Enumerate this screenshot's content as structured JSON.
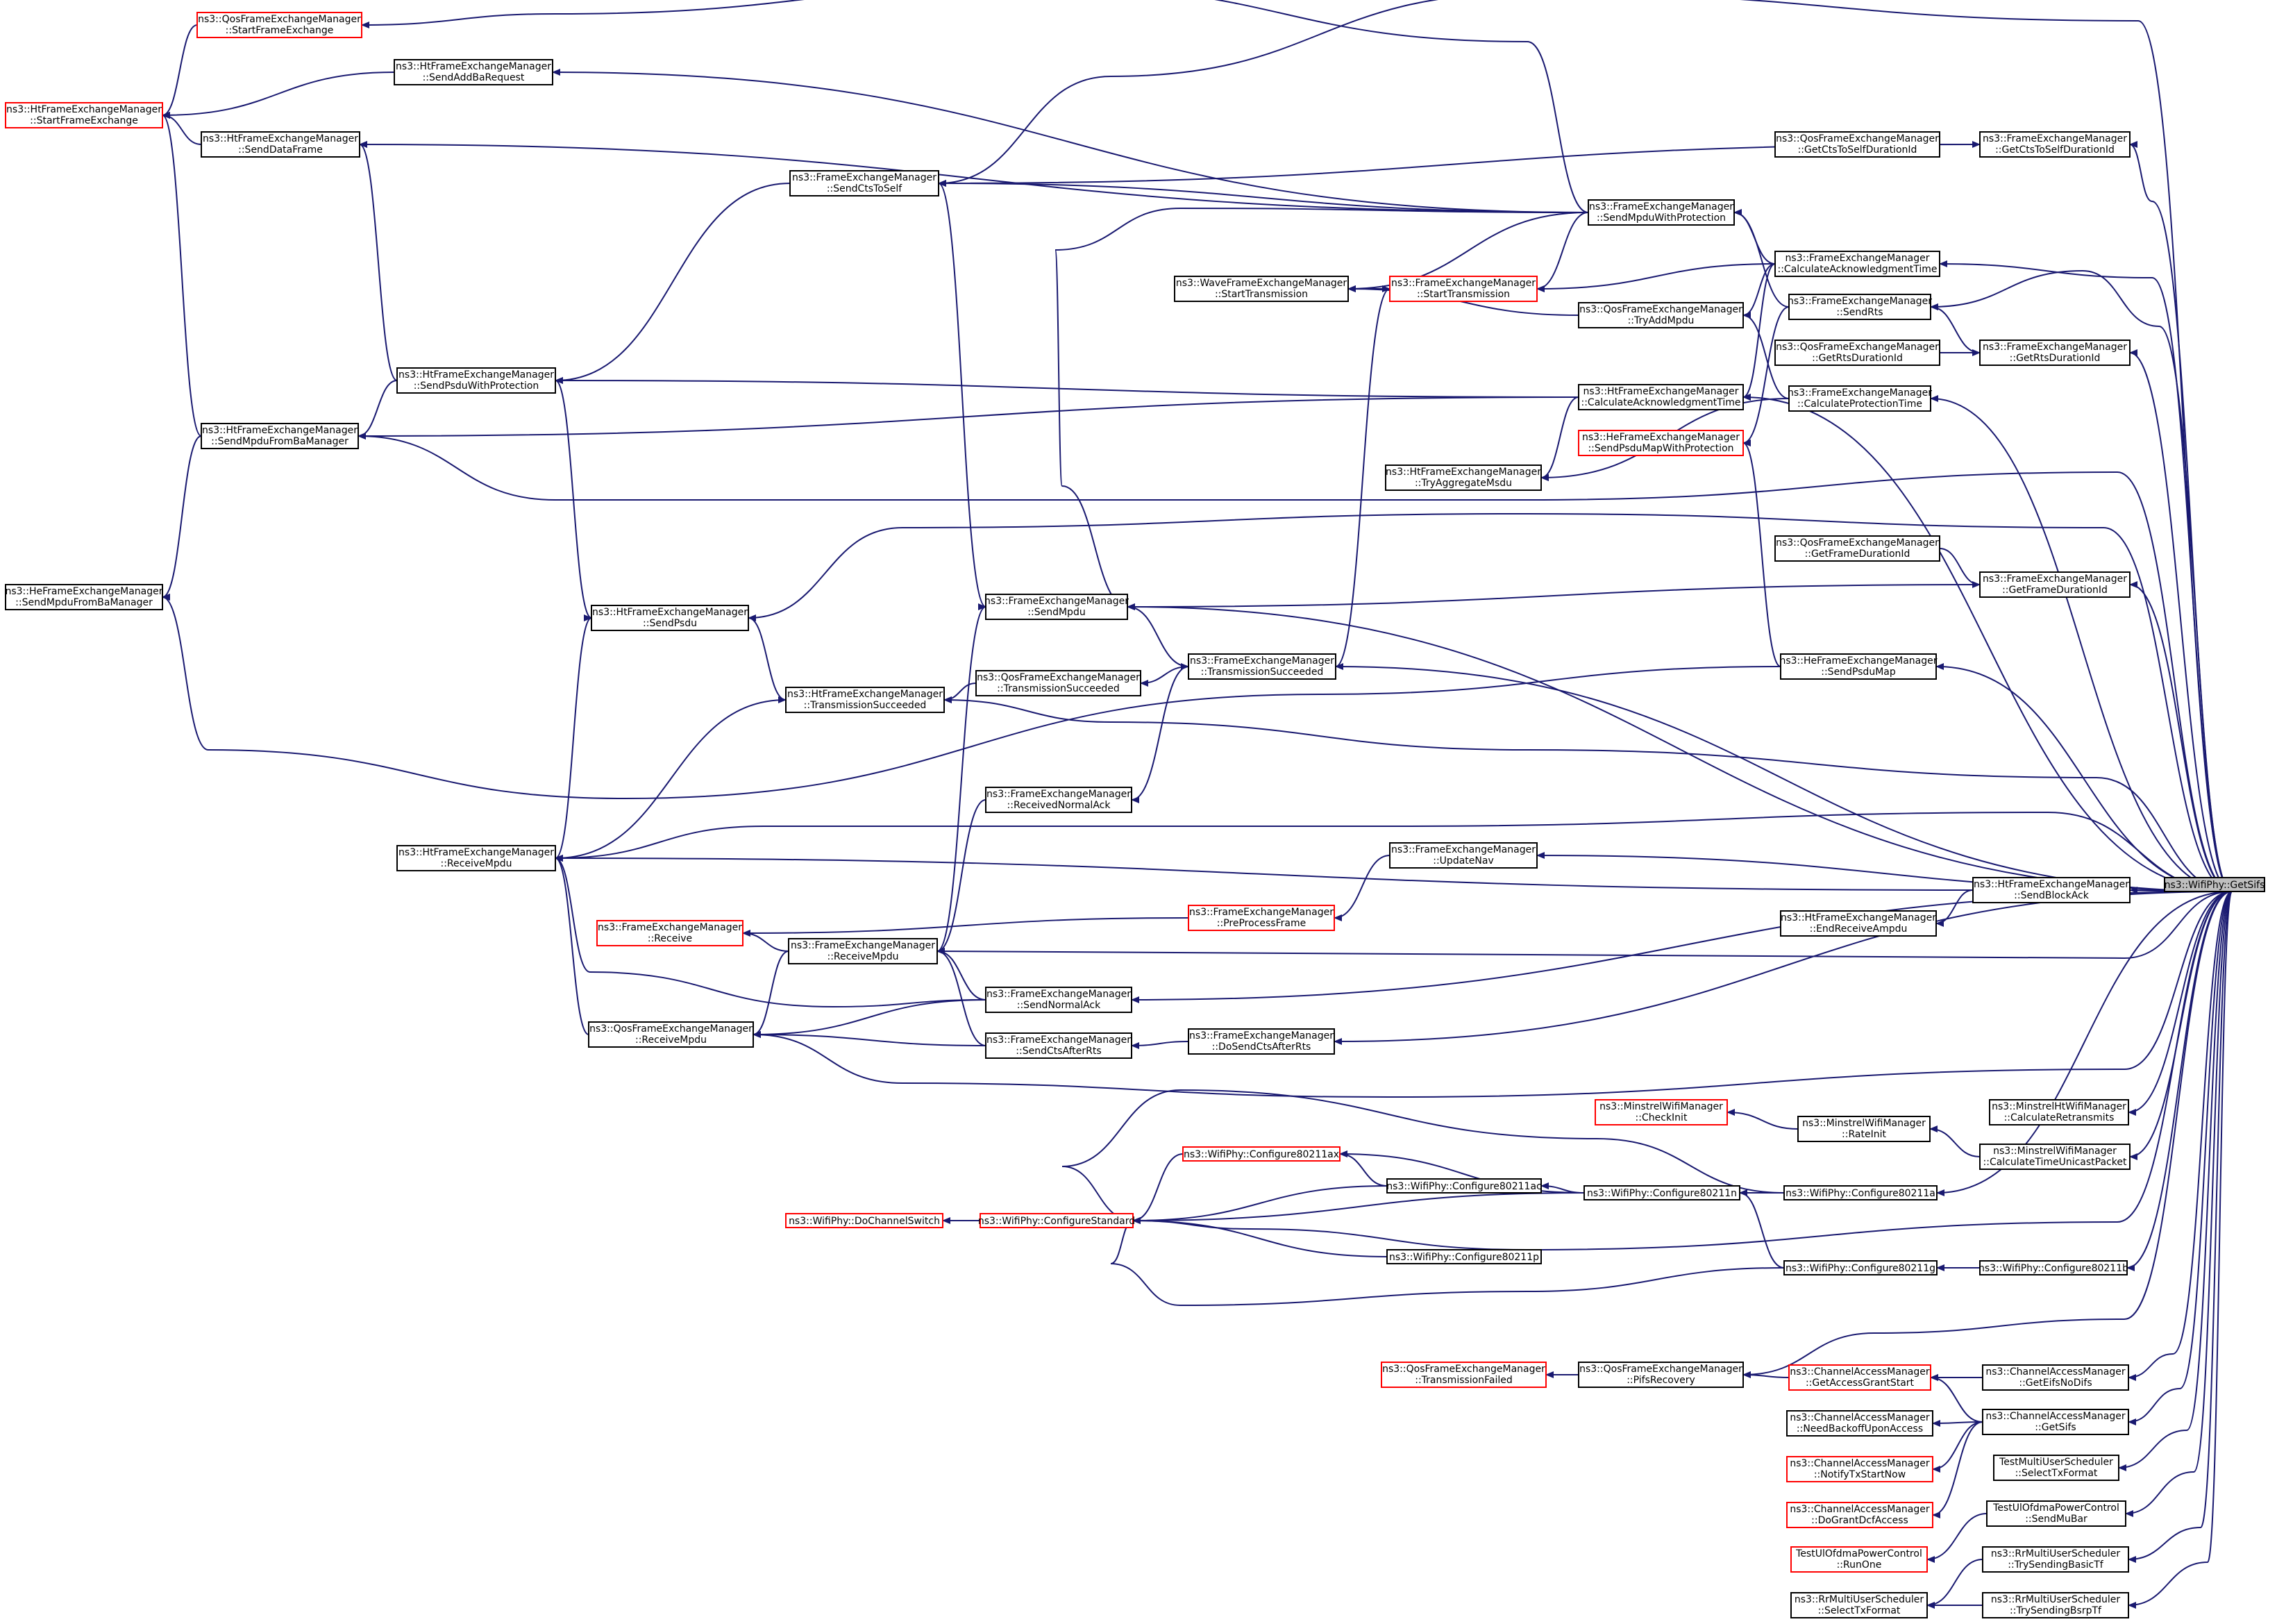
{
  "graph": {
    "title": "",
    "root": "getsifs",
    "colors": {
      "edge": "#191970",
      "normal_border": "#000000",
      "truncated_border": "#ff0000",
      "root_fill": "#bfbfbf"
    },
    "nodes": [
      {
        "id": "getsifs",
        "lines": [
          "ns3::WifiPhy::GetSifs"
        ],
        "style": "root"
      },
      {
        "id": "qos_startfx",
        "lines": [
          "ns3::QosFrameExchangeManager",
          "::StartFrameExchange"
        ],
        "style": "red"
      },
      {
        "id": "ht_startfx",
        "lines": [
          "ns3::HtFrameExchangeManager",
          "::StartFrameExchange"
        ],
        "style": "red"
      },
      {
        "id": "ht_sendaddba",
        "lines": [
          "ns3::HtFrameExchangeManager",
          "::SendAddBaRequest"
        ],
        "style": "normal"
      },
      {
        "id": "ht_senddata",
        "lines": [
          "ns3::HtFrameExchangeManager",
          "::SendDataFrame"
        ],
        "style": "normal"
      },
      {
        "id": "fx_sendcts",
        "lines": [
          "ns3::FrameExchangeManager",
          "::SendCtsToSelf"
        ],
        "style": "normal"
      },
      {
        "id": "fx_sendmpduprot",
        "lines": [
          "ns3::FrameExchangeManager",
          "::SendMpduWithProtection"
        ],
        "style": "normal"
      },
      {
        "id": "qos_getctsdur",
        "lines": [
          "ns3::QosFrameExchangeManager",
          "::GetCtsToSelfDurationId"
        ],
        "style": "normal"
      },
      {
        "id": "fx_getctsdur",
        "lines": [
          "ns3::FrameExchangeManager",
          "::GetCtsToSelfDurationId"
        ],
        "style": "normal"
      },
      {
        "id": "fx_calcack",
        "lines": [
          "ns3::FrameExchangeManager",
          "::CalculateAcknowledgmentTime"
        ],
        "style": "normal"
      },
      {
        "id": "wave_starttx",
        "lines": [
          "ns3::WaveFrameExchangeManager",
          "::StartTransmission"
        ],
        "style": "normal"
      },
      {
        "id": "fx_starttx",
        "lines": [
          "ns3::FrameExchangeManager",
          "::StartTransmission"
        ],
        "style": "red"
      },
      {
        "id": "qos_tryadd",
        "lines": [
          "ns3::QosFrameExchangeManager",
          "::TryAddMpdu"
        ],
        "style": "normal"
      },
      {
        "id": "fx_sendrts",
        "lines": [
          "ns3::FrameExchangeManager",
          "::SendRts"
        ],
        "style": "normal"
      },
      {
        "id": "qos_getrtsdur",
        "lines": [
          "ns3::QosFrameExchangeManager",
          "::GetRtsDurationId"
        ],
        "style": "normal"
      },
      {
        "id": "fx_getrtsdur",
        "lines": [
          "ns3::FrameExchangeManager",
          "::GetRtsDurationId"
        ],
        "style": "normal"
      },
      {
        "id": "ht_sendpsduprot",
        "lines": [
          "ns3::HtFrameExchangeManager",
          "::SendPsduWithProtection"
        ],
        "style": "normal"
      },
      {
        "id": "ht_calcack",
        "lines": [
          "ns3::HtFrameExchangeManager",
          "::CalculateAcknowledgmentTime"
        ],
        "style": "normal"
      },
      {
        "id": "fx_calcprot",
        "lines": [
          "ns3::FrameExchangeManager",
          "::CalculateProtectionTime"
        ],
        "style": "normal"
      },
      {
        "id": "ht_sendmpduba",
        "lines": [
          "ns3::HtFrameExchangeManager",
          "::SendMpduFromBaManager"
        ],
        "style": "normal"
      },
      {
        "id": "he_sendpsdumapprot",
        "lines": [
          "ns3::HeFrameExchangeManager",
          "::SendPsduMapWithProtection"
        ],
        "style": "red"
      },
      {
        "id": "ht_tryaggr",
        "lines": [
          "ns3::HtFrameExchangeManager",
          "::TryAggregateMsdu"
        ],
        "style": "normal"
      },
      {
        "id": "qos_getframedur",
        "lines": [
          "ns3::QosFrameExchangeManager",
          "::GetFrameDurationId"
        ],
        "style": "normal"
      },
      {
        "id": "fx_getframedur",
        "lines": [
          "ns3::FrameExchangeManager",
          "::GetFrameDurationId"
        ],
        "style": "normal"
      },
      {
        "id": "he_sendmpduba",
        "lines": [
          "ns3::HeFrameExchangeManager",
          "::SendMpduFromBaManager"
        ],
        "style": "normal"
      },
      {
        "id": "fx_sendmpdu",
        "lines": [
          "ns3::FrameExchangeManager",
          "::SendMpdu"
        ],
        "style": "normal"
      },
      {
        "id": "ht_sendpsdu",
        "lines": [
          "ns3::HtFrameExchangeManager",
          "::SendPsdu"
        ],
        "style": "normal"
      },
      {
        "id": "he_sendpsdumap",
        "lines": [
          "ns3::HeFrameExchangeManager",
          "::SendPsduMap"
        ],
        "style": "normal"
      },
      {
        "id": "fx_txsucc",
        "lines": [
          "ns3::FrameExchangeManager",
          "::TransmissionSucceeded"
        ],
        "style": "normal"
      },
      {
        "id": "qos_txsucc",
        "lines": [
          "ns3::QosFrameExchangeManager",
          "::TransmissionSucceeded"
        ],
        "style": "normal"
      },
      {
        "id": "ht_txsucc",
        "lines": [
          "ns3::HtFrameExchangeManager",
          "::TransmissionSucceeded"
        ],
        "style": "normal"
      },
      {
        "id": "fx_recvack",
        "lines": [
          "ns3::FrameExchangeManager",
          "::ReceivedNormalAck"
        ],
        "style": "normal"
      },
      {
        "id": "fx_updatenav",
        "lines": [
          "ns3::FrameExchangeManager",
          "::UpdateNav"
        ],
        "style": "normal"
      },
      {
        "id": "ht_recvmpdu",
        "lines": [
          "ns3::HtFrameExchangeManager",
          "::ReceiveMpdu"
        ],
        "style": "normal"
      },
      {
        "id": "ht_sendblockack",
        "lines": [
          "ns3::HtFrameExchangeManager",
          "::SendBlockAck"
        ],
        "style": "normal"
      },
      {
        "id": "fx_preprocess",
        "lines": [
          "ns3::FrameExchangeManager",
          "::PreProcessFrame"
        ],
        "style": "red"
      },
      {
        "id": "ht_endrecv",
        "lines": [
          "ns3::HtFrameExchangeManager",
          "::EndReceiveAmpdu"
        ],
        "style": "normal"
      },
      {
        "id": "fx_receive",
        "lines": [
          "ns3::FrameExchangeManager",
          "::Receive"
        ],
        "style": "red"
      },
      {
        "id": "fx_recvmpdu",
        "lines": [
          "ns3::FrameExchangeManager",
          "::ReceiveMpdu"
        ],
        "style": "normal"
      },
      {
        "id": "fx_sendnormalack",
        "lines": [
          "ns3::FrameExchangeManager",
          "::SendNormalAck"
        ],
        "style": "normal"
      },
      {
        "id": "qos_recvmpdu",
        "lines": [
          "ns3::QosFrameExchangeManager",
          "::ReceiveMpdu"
        ],
        "style": "normal"
      },
      {
        "id": "fx_sendctsafter",
        "lines": [
          "ns3::FrameExchangeManager",
          "::SendCtsAfterRts"
        ],
        "style": "normal"
      },
      {
        "id": "fx_dosendcts",
        "lines": [
          "ns3::FrameExchangeManager",
          "::DoSendCtsAfterRts"
        ],
        "style": "normal"
      },
      {
        "id": "minstrel_checkinit",
        "lines": [
          "ns3::MinstrelWifiManager",
          "::CheckInit"
        ],
        "style": "red"
      },
      {
        "id": "minstrel_rateinit",
        "lines": [
          "ns3::MinstrelWifiManager",
          "::RateInit"
        ],
        "style": "normal"
      },
      {
        "id": "minstrelht_calc",
        "lines": [
          "ns3::MinstrelHtWifiManager",
          "::CalculateRetransmits"
        ],
        "style": "normal"
      },
      {
        "id": "minstrel_calctime",
        "lines": [
          "ns3::MinstrelWifiManager",
          "::CalculateTimeUnicastPacket"
        ],
        "style": "normal"
      },
      {
        "id": "phy_cfg11ax",
        "lines": [
          "ns3::WifiPhy::Configure80211ax"
        ],
        "style": "red"
      },
      {
        "id": "phy_cfg11ac",
        "lines": [
          "ns3::WifiPhy::Configure80211ac"
        ],
        "style": "normal"
      },
      {
        "id": "phy_cfg11n",
        "lines": [
          "ns3::WifiPhy::Configure80211n"
        ],
        "style": "normal"
      },
      {
        "id": "phy_cfg11a",
        "lines": [
          "ns3::WifiPhy::Configure80211a"
        ],
        "style": "normal"
      },
      {
        "id": "phy_dochan",
        "lines": [
          "ns3::WifiPhy::DoChannelSwitch"
        ],
        "style": "red"
      },
      {
        "id": "phy_cfgstd",
        "lines": [
          "ns3::WifiPhy::ConfigureStandard"
        ],
        "style": "red"
      },
      {
        "id": "phy_cfg11p",
        "lines": [
          "ns3::WifiPhy::Configure80211p"
        ],
        "style": "normal"
      },
      {
        "id": "phy_cfg11g",
        "lines": [
          "ns3::WifiPhy::Configure80211g"
        ],
        "style": "normal"
      },
      {
        "id": "phy_cfg11b",
        "lines": [
          "ns3::WifiPhy::Configure80211b"
        ],
        "style": "normal"
      },
      {
        "id": "qos_txfailed",
        "lines": [
          "ns3::QosFrameExchangeManager",
          "::TransmissionFailed"
        ],
        "style": "red"
      },
      {
        "id": "qos_pifs",
        "lines": [
          "ns3::QosFrameExchangeManager",
          "::PifsRecovery"
        ],
        "style": "normal"
      },
      {
        "id": "cam_grantstart",
        "lines": [
          "ns3::ChannelAccessManager",
          "::GetAccessGrantStart"
        ],
        "style": "red"
      },
      {
        "id": "cam_geteifs",
        "lines": [
          "ns3::ChannelAccessManager",
          "::GetEifsNoDifs"
        ],
        "style": "normal"
      },
      {
        "id": "cam_needbackoff",
        "lines": [
          "ns3::ChannelAccessManager",
          "::NeedBackoffUponAccess"
        ],
        "style": "normal"
      },
      {
        "id": "cam_getsifs",
        "lines": [
          "ns3::ChannelAccessManager",
          "::GetSifs"
        ],
        "style": "normal"
      },
      {
        "id": "cam_notify",
        "lines": [
          "ns3::ChannelAccessManager",
          "::NotifyTxStartNow"
        ],
        "style": "red"
      },
      {
        "id": "test_selecttx",
        "lines": [
          "TestMultiUserScheduler",
          "::SelectTxFormat"
        ],
        "style": "normal"
      },
      {
        "id": "cam_dogrant",
        "lines": [
          "ns3::ChannelAccessManager",
          "::DoGrantDcfAccess"
        ],
        "style": "red"
      },
      {
        "id": "test_sendmubar",
        "lines": [
          "TestUlOfdmaPowerControl",
          "::SendMuBar"
        ],
        "style": "normal"
      },
      {
        "id": "test_runone",
        "lines": [
          "TestUlOfdmaPowerControl",
          "::RunOne"
        ],
        "style": "red"
      },
      {
        "id": "rr_trybasic",
        "lines": [
          "ns3::RrMultiUserScheduler",
          "::TrySendingBasicTf"
        ],
        "style": "normal"
      },
      {
        "id": "rr_selecttx",
        "lines": [
          "ns3::RrMultiUserScheduler",
          "::SelectTxFormat"
        ],
        "style": "normal"
      },
      {
        "id": "rr_trybsrp",
        "lines": [
          "ns3::RrMultiUserScheduler",
          "::TrySendingBsrpTf"
        ],
        "style": "normal"
      }
    ],
    "edges": [
      [
        "qos_startfx",
        "ht_startfx"
      ],
      [
        "ht_sendaddba",
        "ht_startfx"
      ],
      [
        "ht_senddata",
        "ht_startfx"
      ],
      [
        "ht_sendmpduba",
        "ht_startfx"
      ],
      [
        "fx_sendmpduprot",
        "qos_startfx"
      ],
      [
        "fx_sendmpduprot",
        "ht_sendaddba"
      ],
      [
        "fx_sendmpduprot",
        "ht_senddata"
      ],
      [
        "fx_sendmpduprot",
        "fx_sendcts"
      ],
      [
        "fx_sendmpduprot",
        "fx_sendmpdu"
      ],
      [
        "fx_sendmpduprot",
        "wave_starttx"
      ],
      [
        "fx_sendmpduprot",
        "fx_starttx"
      ],
      [
        "fx_starttx",
        "wave_starttx"
      ],
      [
        "fx_txsucc",
        "fx_starttx"
      ],
      [
        "qos_tryadd",
        "wave_starttx"
      ],
      [
        "fx_sendcts",
        "ht_sendpsduprot"
      ],
      [
        "fx_sendcts",
        "fx_sendmpdu"
      ],
      [
        "ht_sendpsduprot",
        "ht_senddata"
      ],
      [
        "ht_sendpsduprot",
        "ht_sendmpduba"
      ],
      [
        "ht_sendpsduprot",
        "ht_sendpsdu"
      ],
      [
        "ht_sendmpduba",
        "he_sendmpduba"
      ],
      [
        "ht_sendpsdu",
        "ht_txsucc"
      ],
      [
        "ht_sendpsdu",
        "ht_recvmpdu"
      ],
      [
        "ht_calcack",
        "ht_sendpsduprot"
      ],
      [
        "ht_calcack",
        "ht_sendmpduba"
      ],
      [
        "ht_calcack",
        "ht_tryaggr"
      ],
      [
        "fx_calcack",
        "fx_sendmpduprot"
      ],
      [
        "fx_calcack",
        "ht_calcack"
      ],
      [
        "fx_calcack",
        "fx_starttx"
      ],
      [
        "fx_calcack",
        "qos_tryadd"
      ],
      [
        "fx_calcprot",
        "qos_tryadd"
      ],
      [
        "fx_calcprot",
        "ht_tryaggr"
      ],
      [
        "fx_sendrts",
        "fx_sendmpduprot"
      ],
      [
        "fx_sendrts",
        "he_sendpsdumapprot"
      ],
      [
        "fx_getrtsdur",
        "fx_sendrts"
      ],
      [
        "qos_getrtsdur",
        "fx_getrtsdur"
      ],
      [
        "fx_getctsdur",
        "fx_sendcts"
      ],
      [
        "qos_getctsdur",
        "fx_getctsdur"
      ],
      [
        "fx_getframedur",
        "fx_sendmpdu"
      ],
      [
        "qos_getframedur",
        "fx_getframedur"
      ],
      [
        "he_sendpsdumap",
        "he_sendpsdumapprot"
      ],
      [
        "he_sendpsdumap",
        "he_sendmpduba"
      ],
      [
        "fx_sendmpdu",
        "fx_txsucc"
      ],
      [
        "fx_sendmpdu",
        "fx_recvmpdu"
      ],
      [
        "fx_txsucc",
        "qos_txsucc"
      ],
      [
        "fx_txsucc",
        "fx_recvack"
      ],
      [
        "qos_txsucc",
        "ht_txsucc"
      ],
      [
        "ht_txsucc",
        "ht_recvmpdu"
      ],
      [
        "fx_recvack",
        "fx_recvmpdu"
      ],
      [
        "fx_updatenav",
        "fx_preprocess"
      ],
      [
        "fx_preprocess",
        "fx_receive"
      ],
      [
        "fx_recvmpdu",
        "fx_receive"
      ],
      [
        "fx_recvmpdu",
        "qos_recvmpdu"
      ],
      [
        "fx_sendnormalack",
        "fx_recvmpdu"
      ],
      [
        "fx_sendnormalack",
        "qos_recvmpdu"
      ],
      [
        "fx_sendnormalack",
        "ht_recvmpdu"
      ],
      [
        "fx_sendctsafter",
        "fx_recvmpdu"
      ],
      [
        "fx_sendctsafter",
        "qos_recvmpdu"
      ],
      [
        "fx_dosendcts",
        "fx_sendctsafter"
      ],
      [
        "qos_recvmpdu",
        "ht_recvmpdu"
      ],
      [
        "ht_sendblockack",
        "ht_recvmpdu"
      ],
      [
        "ht_sendblockack",
        "ht_endrecv"
      ],
      [
        "minstrel_rateinit",
        "minstrel_checkinit"
      ],
      [
        "minstrel_calctime",
        "minstrel_rateinit"
      ],
      [
        "phy_cfg11ax",
        "phy_cfgstd"
      ],
      [
        "phy_cfg11ac",
        "phy_cfg11ax"
      ],
      [
        "phy_cfg11ac",
        "phy_cfgstd"
      ],
      [
        "phy_cfg11n",
        "phy_cfg11ac"
      ],
      [
        "phy_cfg11n",
        "phy_cfg11ax"
      ],
      [
        "phy_cfg11n",
        "phy_cfgstd"
      ],
      [
        "phy_cfg11a",
        "phy_cfg11n"
      ],
      [
        "phy_cfg11a",
        "phy_cfgstd"
      ],
      [
        "phy_cfgstd",
        "phy_dochan"
      ],
      [
        "phy_cfg11p",
        "phy_cfgstd"
      ],
      [
        "phy_cfg11g",
        "phy_cfg11n"
      ],
      [
        "phy_cfg11g",
        "phy_cfgstd"
      ],
      [
        "phy_cfg11b",
        "phy_cfg11g"
      ],
      [
        "qos_pifs",
        "qos_txfailed"
      ],
      [
        "cam_grantstart",
        "qos_pifs"
      ],
      [
        "cam_geteifs",
        "cam_grantstart"
      ],
      [
        "cam_getsifs",
        "cam_grantstart"
      ],
      [
        "cam_getsifs",
        "cam_needbackoff"
      ],
      [
        "cam_getsifs",
        "cam_notify"
      ],
      [
        "cam_getsifs",
        "cam_dogrant"
      ],
      [
        "test_sendmubar",
        "test_runone"
      ],
      [
        "rr_trybasic",
        "rr_selecttx"
      ],
      [
        "rr_trybsrp",
        "rr_selecttx"
      ],
      [
        "getsifs",
        "fx_sendcts"
      ],
      [
        "getsifs",
        "fx_getctsdur"
      ],
      [
        "getsifs",
        "fx_calcack"
      ],
      [
        "getsifs",
        "fx_sendrts"
      ],
      [
        "getsifs",
        "fx_getrtsdur"
      ],
      [
        "getsifs",
        "fx_calcprot"
      ],
      [
        "getsifs",
        "ht_calcack"
      ],
      [
        "getsifs",
        "ht_sendmpduba"
      ],
      [
        "getsifs",
        "ht_sendpsdu"
      ],
      [
        "getsifs",
        "fx_getframedur"
      ],
      [
        "getsifs",
        "fx_sendmpdu"
      ],
      [
        "getsifs",
        "he_sendpsdumap"
      ],
      [
        "getsifs",
        "fx_txsucc"
      ],
      [
        "getsifs",
        "ht_txsucc"
      ],
      [
        "getsifs",
        "ht_recvmpdu"
      ],
      [
        "getsifs",
        "fx_updatenav"
      ],
      [
        "getsifs",
        "ht_sendblockack"
      ],
      [
        "getsifs",
        "fx_recvmpdu"
      ],
      [
        "getsifs",
        "fx_sendnormalack"
      ],
      [
        "getsifs",
        "fx_dosendcts"
      ],
      [
        "getsifs",
        "qos_recvmpdu"
      ],
      [
        "getsifs",
        "minstrelht_calc"
      ],
      [
        "getsifs",
        "minstrel_calctime"
      ],
      [
        "getsifs",
        "phy_cfg11a"
      ],
      [
        "getsifs",
        "phy_cfgstd"
      ],
      [
        "getsifs",
        "phy_cfg11b"
      ],
      [
        "getsifs",
        "qos_pifs"
      ],
      [
        "getsifs",
        "cam_geteifs"
      ],
      [
        "getsifs",
        "cam_getsifs"
      ],
      [
        "getsifs",
        "test_selecttx"
      ],
      [
        "getsifs",
        "test_sendmubar"
      ],
      [
        "getsifs",
        "rr_trybasic"
      ],
      [
        "getsifs",
        "rr_trybsrp"
      ]
    ]
  }
}
